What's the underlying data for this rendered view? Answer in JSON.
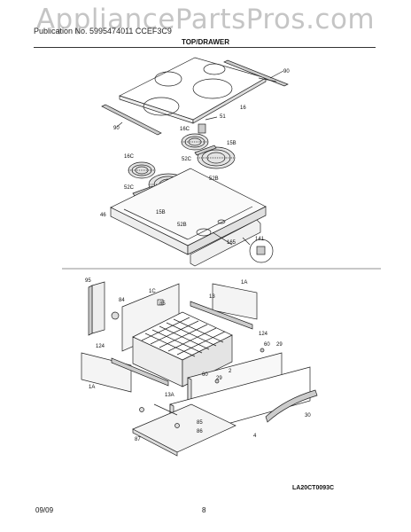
{
  "watermark": "AppliancePartsPros.com",
  "header": {
    "text": "Publication No. 5995474011   CCEF3C9",
    "title": "TOP/DRAWER"
  },
  "part_code": "LA20CT0093C",
  "footer": {
    "date": "09/09",
    "page": "8"
  },
  "callouts": {
    "c16": "16",
    "c90a": "90",
    "c90b": "90",
    "c51": "51",
    "c16C1": "16C",
    "c16C2": "16C",
    "c15B1": "15B",
    "c15B2": "15B",
    "c52C1": "52C",
    "c52C2": "52C",
    "c52B1": "52B",
    "c52B2": "52B",
    "c46": "46",
    "c141": "141",
    "c165": "165",
    "c95": "95",
    "c84": "84",
    "c1C": "1C",
    "c85": "85",
    "c1A1": "1A",
    "c13": "13",
    "c124a": "124",
    "c124b": "124",
    "c29a": "29",
    "c29b": "29",
    "c60a": "60",
    "c60b": "60",
    "c2": "2",
    "c30": "30",
    "c1A2": "1A",
    "c13A": "13A",
    "c4": "4",
    "c87": "87",
    "c86": "86",
    "c85b": "85"
  }
}
